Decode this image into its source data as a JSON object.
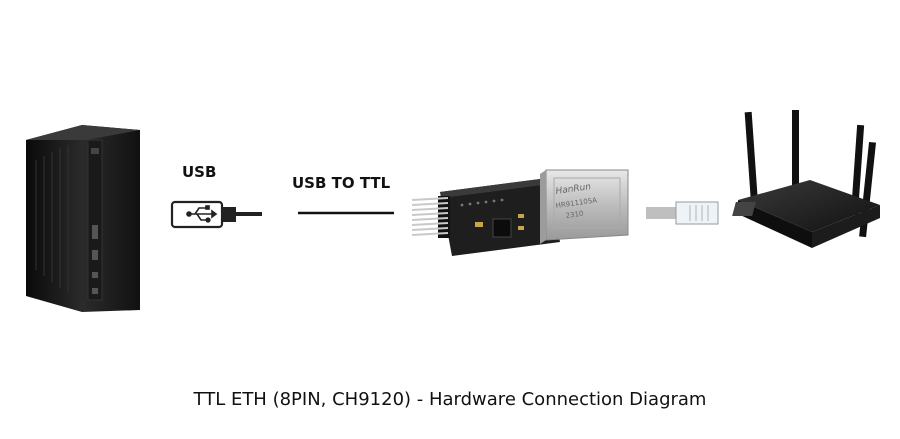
{
  "labels": {
    "usb": "USB",
    "usb_to_ttl": "USB TO TTL",
    "caption": "TTL ETH (8PIN, CH9120) - Hardware Connection Diagram"
  },
  "module_print": {
    "brand": "HanRun",
    "part": "HR911105A",
    "date": "2310"
  },
  "nodes": [
    {
      "name": "computer"
    },
    {
      "name": "usb-cable"
    },
    {
      "name": "ttl-eth-module"
    },
    {
      "name": "rj45-cable"
    },
    {
      "name": "router"
    }
  ]
}
